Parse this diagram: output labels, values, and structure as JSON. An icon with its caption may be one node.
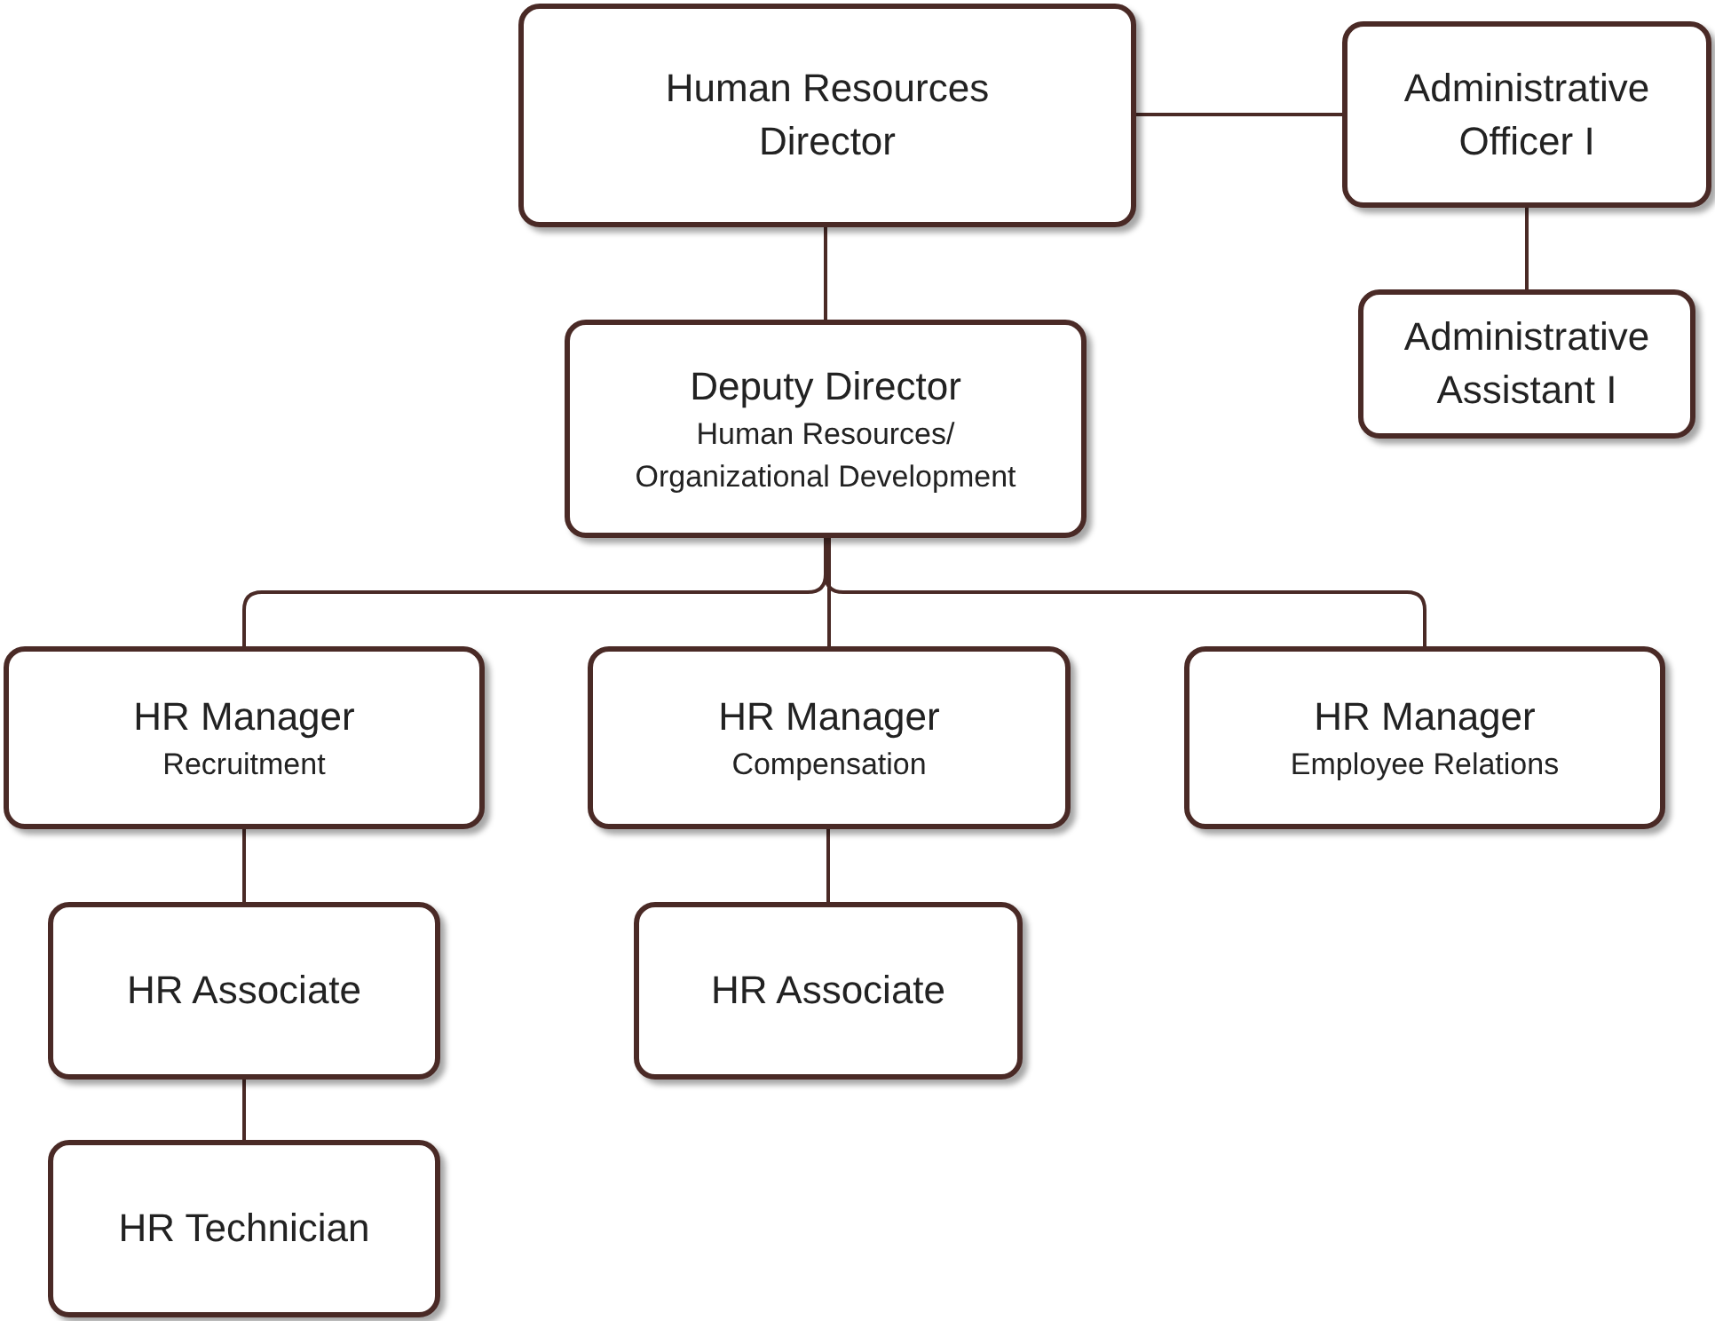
{
  "diagram": {
    "nodes": [
      {
        "text": [
          "Human Resources Director"
        ]
      },
      {
        "text": [
          "Administrative Officer I"
        ]
      },
      {
        "text": [
          "Administrative Assistant I"
        ]
      },
      {
        "text": [
          "Deputy Director",
          "Human Resources/ Organizational Development"
        ]
      },
      {
        "text": [
          "HR Manager",
          "Recruitment"
        ]
      },
      {
        "text": [
          "HR Manager",
          "Compensation"
        ]
      },
      {
        "text": [
          "HR Manager",
          "Employee Relations"
        ]
      },
      {
        "text": [
          "HR Associate"
        ]
      },
      {
        "text": [
          "HR Associate"
        ]
      },
      {
        "text": [
          "HR Technician"
        ]
      }
    ],
    "edges": [
      {
        "from": 0,
        "to": 1,
        "arrow": "none"
      },
      {
        "from": 1,
        "to": 2,
        "arrow": "none"
      },
      {
        "from": 0,
        "to": 3,
        "arrow": "none"
      },
      {
        "from": 3,
        "to": 4,
        "arrow": "none"
      },
      {
        "from": 3,
        "to": 5,
        "arrow": "none"
      },
      {
        "from": 3,
        "to": 6,
        "arrow": "none"
      },
      {
        "from": 4,
        "to": 7,
        "arrow": "none"
      },
      {
        "from": 7,
        "to": 9,
        "arrow": "none"
      },
      {
        "from": 5,
        "to": 8,
        "arrow": "none"
      }
    ]
  }
}
